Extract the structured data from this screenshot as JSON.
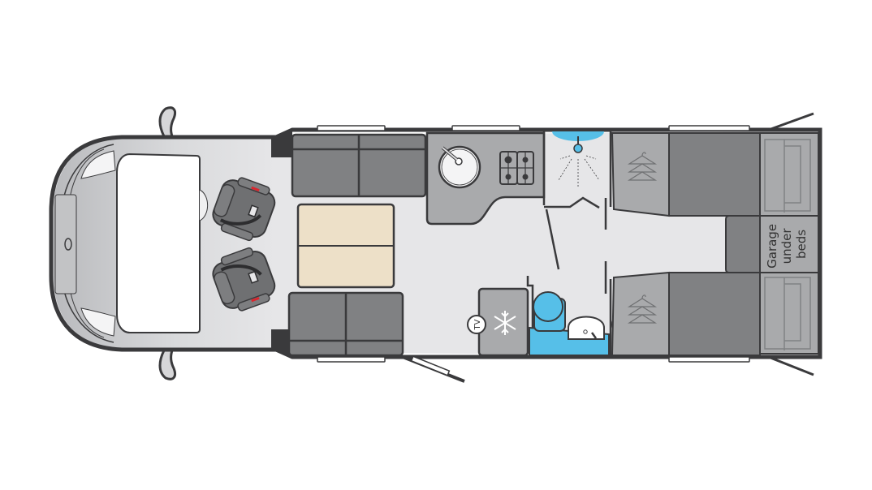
{
  "diagram": {
    "type": "motorhome-floor-plan",
    "colors": {
      "wall": "#3a3a3c",
      "floor": "#e6e6e8",
      "cab_body": "#cfd0d2",
      "seat_dark": "#6f7072",
      "sofa": "#808183",
      "furniture": "#a9aaac",
      "table": "#ede0c8",
      "water": "#56bfe8",
      "belt_red": "#d9262e",
      "window": "#ffffff"
    },
    "labels": {
      "garage": [
        "Garage",
        "under",
        "beds"
      ],
      "tv_left": "TV",
      "tv_right": "TV"
    },
    "zones": [
      {
        "id": "cab",
        "name": "Driver cab with two swivel seats"
      },
      {
        "id": "lounge",
        "name": "Front lounge with two sofas and table"
      },
      {
        "id": "kitchen",
        "name": "Kitchen with sink and 4-burner hob"
      },
      {
        "id": "shower",
        "name": "Separate shower"
      },
      {
        "id": "washroom",
        "name": "Washroom with toilet and basin"
      },
      {
        "id": "fridge",
        "name": "Fridge/freezer"
      },
      {
        "id": "bedroom",
        "name": "Rear twin single beds with wardrobes"
      },
      {
        "id": "garage",
        "name": "Garage under beds"
      }
    ]
  }
}
